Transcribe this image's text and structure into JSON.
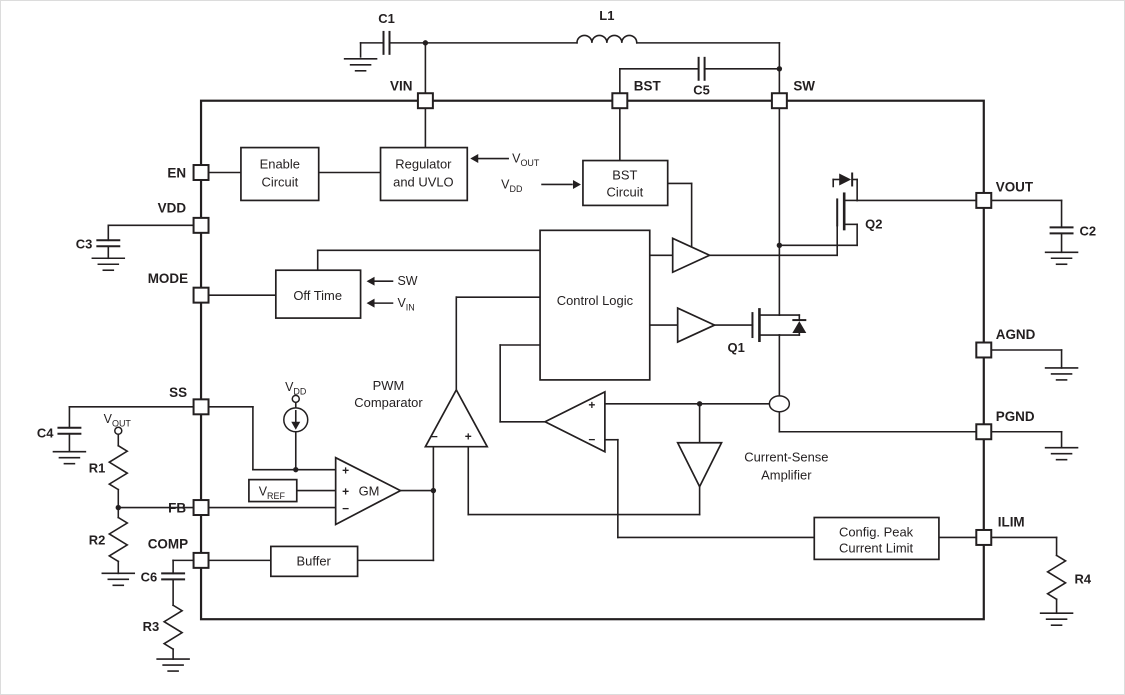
{
  "pins": {
    "vin": "VIN",
    "bst": "BST",
    "sw": "SW",
    "en": "EN",
    "vdd": "VDD",
    "mode": "MODE",
    "ss": "SS",
    "fb": "FB",
    "comp": "COMP",
    "vout": "VOUT",
    "agnd": "AGND",
    "pgnd": "PGND",
    "ilim": "ILIM"
  },
  "components": {
    "c1": "C1",
    "c2": "C2",
    "c3": "C3",
    "c4": "C4",
    "c5": "C5",
    "c6": "C6",
    "l1": "L1",
    "r1": "R1",
    "r2": "R2",
    "r3": "R3",
    "r4": "R4",
    "q1": "Q1",
    "q2": "Q2"
  },
  "blocks": {
    "enable": {
      "line1": "Enable",
      "line2": "Circuit"
    },
    "regulator": {
      "line1": "Regulator",
      "line2": "and UVLO"
    },
    "bst": {
      "line1": "BST",
      "line2": "Circuit"
    },
    "offtime": {
      "label": "Off Time"
    },
    "control": {
      "label": "Control Logic"
    },
    "buffer": {
      "label": "Buffer"
    },
    "config": {
      "line1": "Config. Peak",
      "line2": "Current Limit"
    },
    "gm": {
      "label": "GM"
    },
    "pwm": {
      "line1": "PWM",
      "line2": "Comparator"
    },
    "csamp": {
      "line1": "Current-Sense",
      "line2": "Amplifier"
    }
  },
  "signals": {
    "vout": {
      "base": "V",
      "sub": "OUT"
    },
    "vdd": {
      "base": "V",
      "sub": "DD"
    },
    "vin": {
      "base": "V",
      "sub": "IN"
    },
    "vref": {
      "base": "V",
      "sub": "REF"
    },
    "sw": {
      "label": "SW"
    }
  },
  "marks": {
    "plus": "+",
    "minus": "−"
  }
}
